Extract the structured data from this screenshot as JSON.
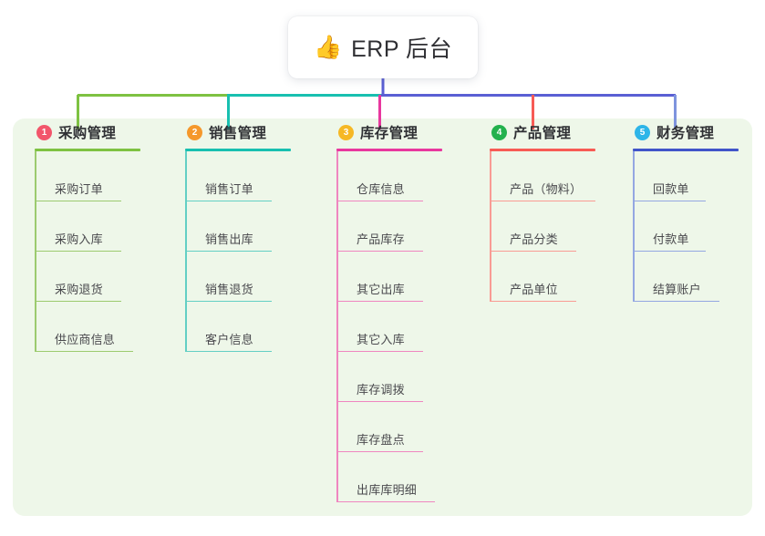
{
  "diagram": {
    "type": "mindmap-tree",
    "background_color": "#ffffff",
    "panel_color": "#eef7e9",
    "root": {
      "icon": "thumbs-up-icon",
      "icon_glyph": "👍",
      "label": "ERP 后台",
      "card_color": "#ffffff"
    },
    "bus": {
      "segment_colors": [
        "#7ec242",
        "#18c0b0",
        "#5a5fd4",
        "#5a5fd4"
      ],
      "root_stem_color": "#5a5fd4"
    },
    "columns": [
      {
        "index": "1",
        "badge_label": "1",
        "badge_color": "#f2566b",
        "title": "采购管理",
        "accent_color": "#7ec242",
        "drop_color": "#7ec242",
        "rule_width": 116,
        "items": [
          {
            "label": "采购订单",
            "rule_width": 95
          },
          {
            "label": "采购入库",
            "rule_width": 95
          },
          {
            "label": "采购退货",
            "rule_width": 95
          },
          {
            "label": "供应商信息",
            "rule_width": 108
          }
        ]
      },
      {
        "index": "2",
        "badge_label": "2",
        "badge_color": "#f5982c",
        "title": "销售管理",
        "accent_color": "#18c0b0",
        "drop_color": "#18c0b0",
        "rule_width": 116,
        "items": [
          {
            "label": "销售订单",
            "rule_width": 95
          },
          {
            "label": "销售出库",
            "rule_width": 95
          },
          {
            "label": "销售退货",
            "rule_width": 95
          },
          {
            "label": "客户信息",
            "rule_width": 95
          }
        ]
      },
      {
        "index": "3",
        "badge_label": "3",
        "badge_color": "#f6b825",
        "title": "库存管理",
        "accent_color": "#e8389e",
        "drop_color": "#e8389e",
        "rule_width": 116,
        "items": [
          {
            "label": "仓库信息",
            "rule_width": 95
          },
          {
            "label": "产品库存",
            "rule_width": 95
          },
          {
            "label": "其它出库",
            "rule_width": 95
          },
          {
            "label": "其它入库",
            "rule_width": 95
          },
          {
            "label": "库存调拨",
            "rule_width": 95
          },
          {
            "label": "库存盘点",
            "rule_width": 95
          },
          {
            "label": "出库库明细",
            "rule_width": 108
          }
        ]
      },
      {
        "index": "4",
        "badge_label": "4",
        "badge_color": "#23b14d",
        "title": "产品管理",
        "accent_color": "#f75b55",
        "drop_color": "#f75b55",
        "rule_width": 116,
        "items": [
          {
            "label": "产品（物料）",
            "rule_width": 116
          },
          {
            "label": "产品分类",
            "rule_width": 95
          },
          {
            "label": "产品单位",
            "rule_width": 95
          }
        ]
      },
      {
        "index": "5",
        "badge_label": "5",
        "badge_color": "#2eb5e8",
        "title": "财务管理",
        "accent_color": "#4155c9",
        "drop_color": "#7e94de",
        "rule_width": 116,
        "items": [
          {
            "label": "回款单",
            "rule_width": 80
          },
          {
            "label": "付款单",
            "rule_width": 80
          },
          {
            "label": "结算账户",
            "rule_width": 95
          }
        ]
      }
    ]
  }
}
